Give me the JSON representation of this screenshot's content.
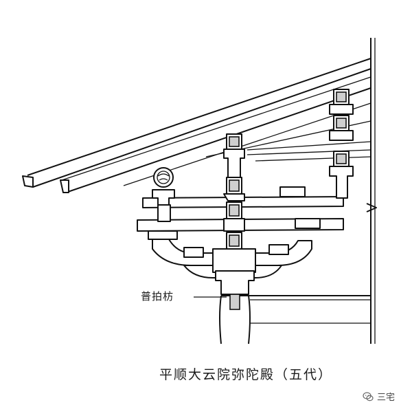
{
  "labels": {
    "callout": "普拍枋",
    "caption": "平顺大云院弥陀殿（五代）"
  },
  "watermark": {
    "icon": "wechat-logo-icon",
    "text": "三宅"
  },
  "colors": {
    "ink": "#111111",
    "paper": "#ffffff"
  }
}
